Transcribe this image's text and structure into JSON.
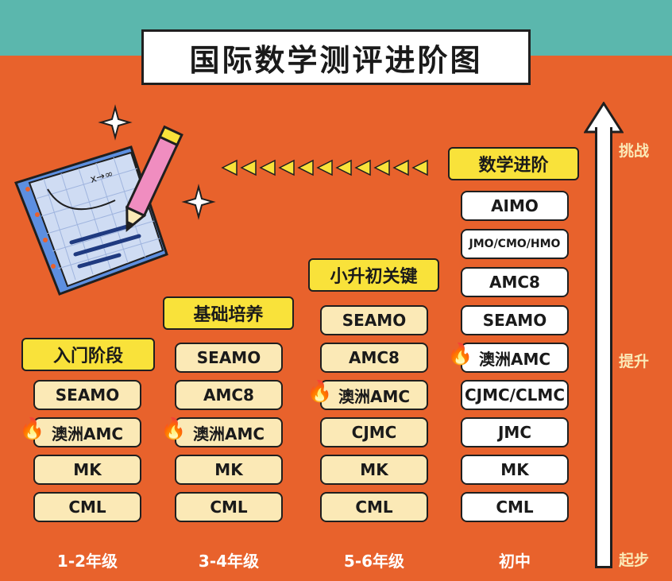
{
  "title": "国际数学测评进阶图",
  "stages": [
    {
      "tag": "入门阶段",
      "items": [
        "SEAMO",
        "澳洲AMC",
        "MK",
        "CML"
      ],
      "grade": "1-2年级"
    },
    {
      "tag": "基础培养",
      "items": [
        "SEAMO",
        "AMC8",
        "澳洲AMC",
        "MK",
        "CML"
      ],
      "grade": "3-4年级"
    },
    {
      "tag": "小升初关键",
      "items": [
        "SEAMO",
        "AMC8",
        "澳洲AMC",
        "CJMC",
        "MK",
        "CML"
      ],
      "grade": "5-6年级"
    },
    {
      "tag": "数学进阶",
      "items": [
        "AIMO",
        "JMO/CMO/HMO",
        "AMC8",
        "SEAMO",
        "澳洲AMC",
        "CJMC/CLMC",
        "JMC",
        "MK",
        "CML"
      ],
      "grade": "初中"
    }
  ],
  "side_labels": {
    "top": "挑战",
    "middle": "提升",
    "bottom": "起步"
  },
  "illustration": {
    "formula": "x→∞"
  },
  "icons": {
    "flame": "flame-icon",
    "sparkle": "sparkle-icon",
    "pencil": "pencil-icon"
  },
  "colors": {
    "teal": "#5bb7ad",
    "orange": "#e8622c",
    "yellow": "#f9e23a",
    "cream": "#fbe9b6"
  }
}
